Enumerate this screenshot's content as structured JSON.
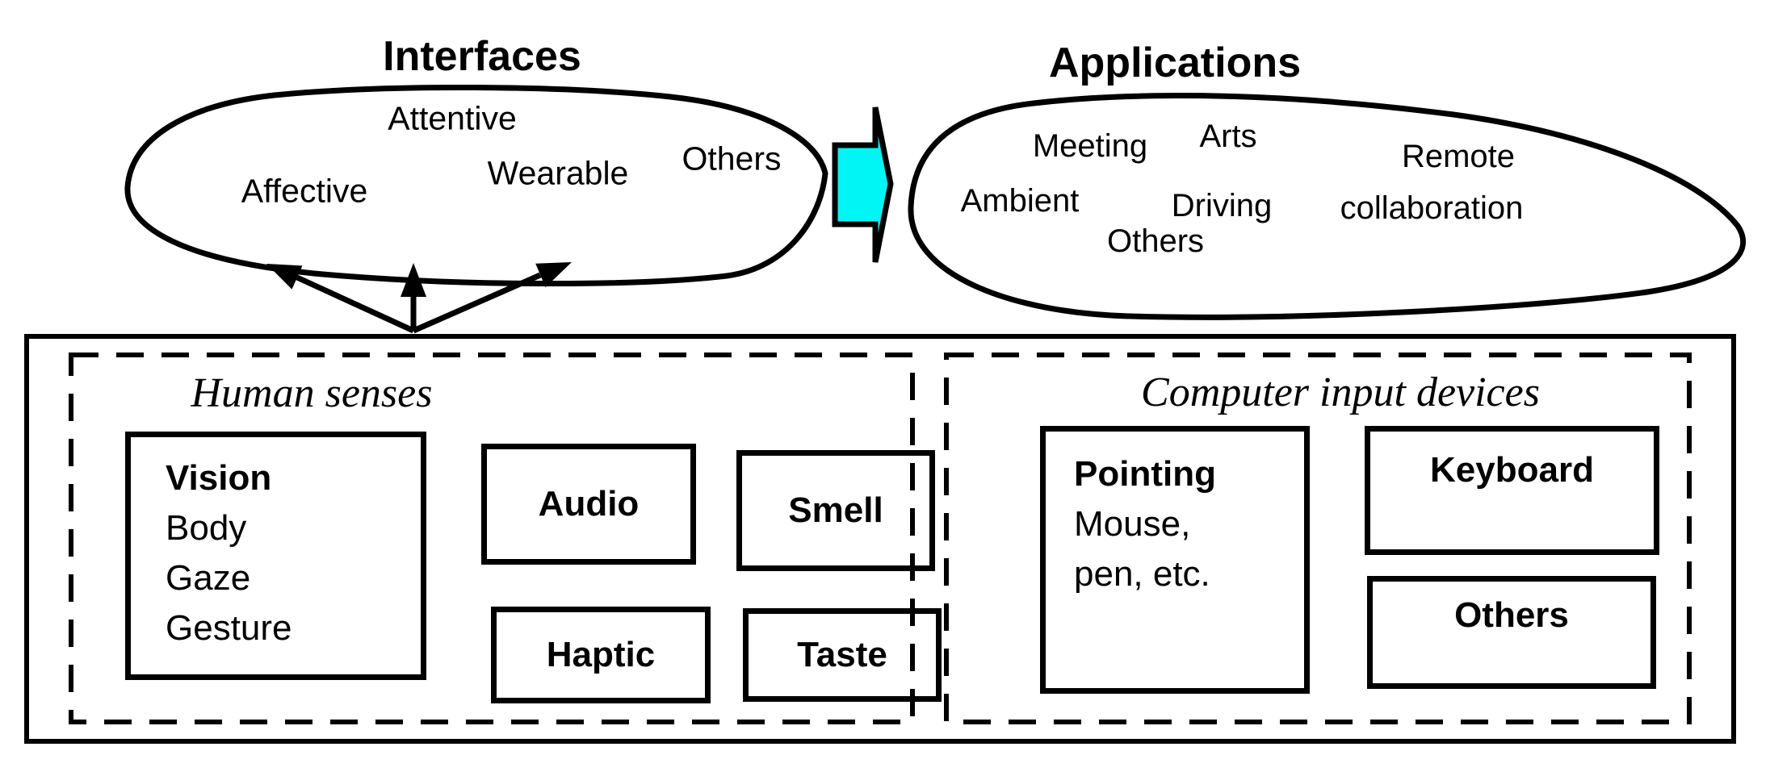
{
  "diagram": {
    "interfaces": {
      "title": "Interfaces",
      "items": [
        "Attentive",
        "Affective",
        "Wearable",
        "Others"
      ]
    },
    "applications": {
      "title": "Applications",
      "items": [
        "Meeting",
        "Arts",
        "Remote",
        "Ambient",
        "Driving",
        "collaboration",
        "Others"
      ]
    },
    "human_senses": {
      "title": "Human senses",
      "vision": {
        "title": "Vision",
        "items": [
          "Body",
          "Gaze",
          "Gesture"
        ]
      },
      "audio": "Audio",
      "smell": "Smell",
      "haptic": "Haptic",
      "taste": "Taste"
    },
    "computer_input_devices": {
      "title": "Computer input devices",
      "pointing": {
        "title": "Pointing",
        "items": [
          "Mouse,",
          "pen, etc."
        ]
      },
      "keyboard": "Keyboard",
      "others": "Others"
    },
    "colors": {
      "block_arrow_fill": "#00F5F5",
      "ink": "#000000"
    }
  }
}
